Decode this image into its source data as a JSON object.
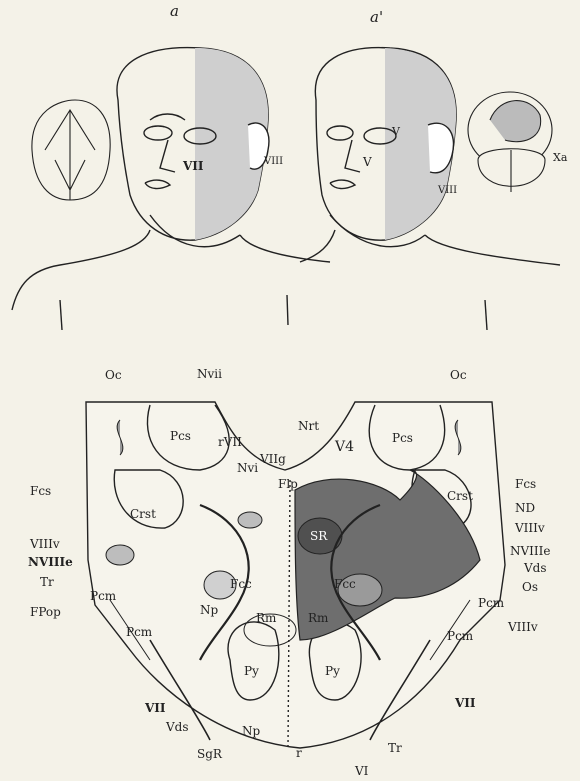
{
  "top_figures": {
    "left_label": "a",
    "right_label": "a'",
    "face_labels": [
      "VII",
      "VIII",
      "V",
      "V",
      "VIII"
    ],
    "tongue_label": "Xa"
  },
  "brainstem_section": {
    "labels_left": [
      "Oc",
      "Fcs",
      "VIIIv",
      "NVIIIe",
      "Tr",
      "FPop"
    ],
    "labels_top": [
      "Nvii",
      "rVII",
      "Nvi",
      "VIIg",
      "Nrt",
      "V4",
      "Flp",
      "Oc"
    ],
    "labels_right": [
      "Fcs",
      "ND",
      "VIIIv",
      "NVIIIe",
      "Vds",
      "Os",
      "VIIIv",
      "VII"
    ],
    "labels_inner": [
      "Pcs",
      "Crst",
      "Pcs",
      "Crst",
      "SR",
      "Fcc",
      "Fcc",
      "Rm",
      "Rm",
      "Np",
      "Pcm",
      "Pcm",
      "Pcm",
      "Pcm",
      "Py",
      "Py",
      "Np"
    ],
    "labels_bottom": [
      "VII",
      "Vds",
      "SgR",
      "r",
      "VI",
      "Tr"
    ],
    "colors": {
      "ink": "#222222",
      "shade": "#6e6e6e",
      "light_shade": "#c8c8c8",
      "paper": "#f4f2e8"
    }
  }
}
